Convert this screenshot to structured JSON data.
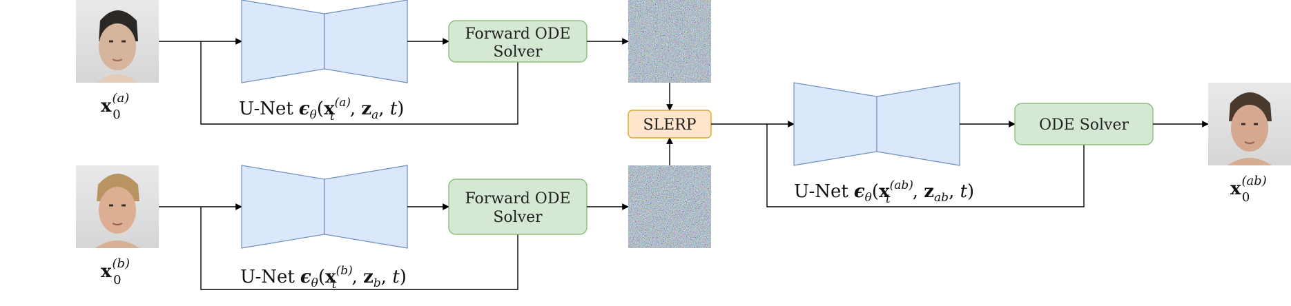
{
  "colors": {
    "unet_fill": "#dbe7fb",
    "unet_stroke": "#6c8ebf",
    "solver_fill": "#d5e8d4",
    "solver_stroke": "#82b366",
    "slerp_fill": "#ffe6cc",
    "slerp_stroke": "#d79b00",
    "line": "#000000"
  },
  "top_branch": {
    "solver_label_line1": "Forward ODE",
    "solver_label_line2": "Solver",
    "input_sym": "x",
    "input_sub": "0",
    "input_sup": "(a)",
    "unet_prefix": "U-Net",
    "eps": "ϵ",
    "eps_sub": "θ",
    "x_sym": "x",
    "x_sub": "t",
    "x_sup": "(a)",
    "z_sym": "z",
    "z_sub": "a",
    "t_sym": "t"
  },
  "bottom_branch": {
    "solver_label_line1": "Forward ODE",
    "solver_label_line2": "Solver",
    "input_sym": "x",
    "input_sub": "0",
    "input_sup": "(b)",
    "unet_prefix": "U-Net",
    "eps": "ϵ",
    "eps_sub": "θ",
    "x_sym": "x",
    "x_sub": "t",
    "x_sup": "(b)",
    "z_sym": "z",
    "z_sub": "b",
    "t_sym": "t"
  },
  "merge": {
    "slerp_label": "SLERP",
    "solver_label": "ODE Solver",
    "unet_prefix": "U-Net",
    "eps": "ϵ",
    "eps_sub": "θ",
    "x_sym": "x",
    "x_sub": "t",
    "x_sup": "(ab)",
    "z_sym": "z",
    "z_sub": "ab",
    "t_sym": "t",
    "output_sym": "x",
    "output_sub": "0",
    "output_sup": "(ab)"
  }
}
